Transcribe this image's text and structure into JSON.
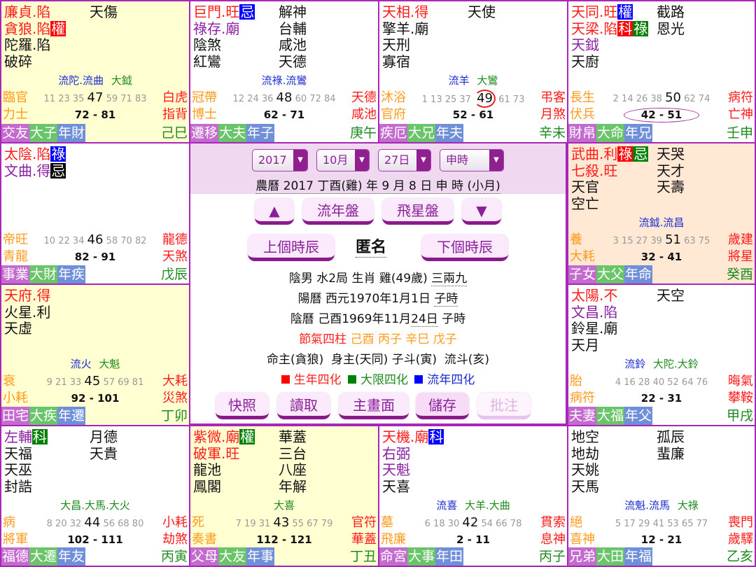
{
  "colors": {
    "border": "#a826b8",
    "star_main": "#ff1a1a",
    "star_aux": "#8a1fa0",
    "hua_birth": "#ff0000",
    "hua_decade": "#008000",
    "hua_year": "#0000ff",
    "palace_tag": "#c46bd0",
    "decade_tag": "#6ac56a",
    "year_tag": "#6f8fd8",
    "stem_branch": "#1f8a1f",
    "changsheng": "#ff9a1a"
  },
  "cells": {
    "si": {
      "left_stars": [
        {
          "name": "廉貞.陷",
          "color": "red"
        },
        {
          "name": "貪狼.陷",
          "color": "red",
          "hua": "權",
          "hua_color": "red"
        },
        {
          "name": "陀羅.陷",
          "color": "black"
        },
        {
          "name": "破碎",
          "color": "black"
        }
      ],
      "right_stars": [
        {
          "name": "天傷"
        }
      ],
      "flow_blue": "流陀.流曲",
      "flow_green": "大鉞",
      "changsheng": "臨官",
      "ages_before": "11 23 35",
      "age_current": "47",
      "ages_after": "59 71 83",
      "shen1": "白虎",
      "boshi": "力士",
      "range": "72 - 81",
      "shen2": "指背",
      "palace": "交友",
      "decade": "大子",
      "year": "年財",
      "stem": "己巳"
    },
    "wu": {
      "left_stars": [
        {
          "name": "巨門.旺",
          "color": "red",
          "hua": "忌",
          "hua_color": "blue"
        },
        {
          "name": "祿存.廟",
          "color": "purple"
        },
        {
          "name": "陰煞",
          "color": "black"
        },
        {
          "name": "紅鸞",
          "color": "black"
        }
      ],
      "right_stars": [
        {
          "name": "解神"
        },
        {
          "name": "台輔"
        },
        {
          "name": "咸池"
        },
        {
          "name": "天德"
        }
      ],
      "flow_blue": "流祿.流鸞",
      "flow_green": "",
      "changsheng": "冠帶",
      "ages_before": "12 24 36",
      "age_current": "48",
      "ages_after": "60 72 84",
      "shen1": "天德",
      "boshi": "博士",
      "range": "62 - 71",
      "shen2": "咸池",
      "palace": "遷移",
      "decade": "大夫",
      "year": "年子",
      "stem": "庚午"
    },
    "wei": {
      "left_stars": [
        {
          "name": "天相.得",
          "color": "red"
        },
        {
          "name": "擎羊.廟",
          "color": "black"
        },
        {
          "name": "天刑",
          "color": "black"
        },
        {
          "name": "寡宿",
          "color": "black"
        }
      ],
      "right_stars": [
        {
          "name": "天使"
        }
      ],
      "flow_blue": "流羊",
      "flow_green": "大鸞",
      "changsheng": "沐浴",
      "ages_before": "1 13 25 37",
      "age_current": "49",
      "ages_after": "61 73",
      "shen1": "弔客",
      "boshi": "官府",
      "range": "52 - 61",
      "shen2": "月煞",
      "palace": "疾厄",
      "decade": "大兄",
      "year": "年夫",
      "stem": "辛未"
    },
    "shen": {
      "left_stars": [
        {
          "name": "天同.旺",
          "color": "red",
          "hua": "權",
          "hua_color": "blue"
        },
        {
          "name": "天梁.陷",
          "color": "red",
          "hua": "科",
          "hua_color": "red",
          "hua2": "祿",
          "hua2_color": "green"
        },
        {
          "name": "天鉞",
          "color": "purple"
        },
        {
          "name": "天廚",
          "color": "black"
        }
      ],
      "right_stars": [
        {
          "name": "截路"
        },
        {
          "name": "恩光"
        }
      ],
      "flow_blue": "",
      "flow_green": "",
      "changsheng": "長生",
      "ages_before": "2 14 26 38",
      "age_current": "50",
      "ages_after": "62 74",
      "shen1": "病符",
      "boshi": "伏兵",
      "range": "42 - 51",
      "shen2": "亡神",
      "palace": "財帛",
      "decade": "大命",
      "year": "年兄",
      "stem": "壬申"
    },
    "chen": {
      "left_stars": [
        {
          "name": "太陰.陷",
          "color": "red",
          "hua": "祿",
          "hua_color": "blue"
        },
        {
          "name": "文曲.得",
          "color": "purple",
          "hua": "忌",
          "hua_color": "black"
        }
      ],
      "right_stars": [],
      "flow_blue": "",
      "flow_green": "",
      "changsheng": "帝旺",
      "ages_before": "10 22 34",
      "age_current": "46",
      "ages_after": "58 70 82",
      "shen1": "龍德",
      "boshi": "青龍",
      "range": "82 - 91",
      "shen2": "天煞",
      "palace": "事業",
      "decade": "大財",
      "year": "年疾",
      "stem": "戊辰"
    },
    "you": {
      "left_stars": [
        {
          "name": "武曲.利",
          "color": "red",
          "hua": "祿",
          "hua_color": "red",
          "hua2": "忌",
          "hua2_color": "green"
        },
        {
          "name": "七殺.旺",
          "color": "red"
        },
        {
          "name": "天官",
          "color": "black"
        },
        {
          "name": "空亡",
          "color": "black"
        }
      ],
      "right_stars": [
        {
          "name": "天哭"
        },
        {
          "name": "天才"
        },
        {
          "name": "天壽"
        }
      ],
      "flow_blue": "流鉞.流昌",
      "flow_green": "",
      "changsheng": "養",
      "ages_before": "3 15 27 39",
      "age_current": "51",
      "ages_after": "63 75",
      "shen1": "歲建",
      "boshi": "大耗",
      "range": "32 - 41",
      "shen2": "將星",
      "palace": "子女",
      "decade": "大父",
      "year": "年命",
      "stem": "癸酉"
    },
    "mao": {
      "left_stars": [
        {
          "name": "天府.得",
          "color": "red"
        },
        {
          "name": "火星.利",
          "color": "black"
        },
        {
          "name": "天虛",
          "color": "black"
        }
      ],
      "right_stars": [],
      "flow_blue": "流火",
      "flow_green": "大魁",
      "changsheng": "衰",
      "ages_before": "9 21 33",
      "age_current": "45",
      "ages_after": "57 69 81",
      "shen1": "大耗",
      "boshi": "小耗",
      "range": "92 - 101",
      "shen2": "災煞",
      "palace": "田宅",
      "decade": "大疾",
      "year": "年遷",
      "stem": "丁卯"
    },
    "xu": {
      "left_stars": [
        {
          "name": "太陽.不",
          "color": "red"
        },
        {
          "name": "文昌.陷",
          "color": "purple"
        },
        {
          "name": "鈴星.廟",
          "color": "black"
        },
        {
          "name": "天月",
          "color": "black"
        }
      ],
      "right_stars": [
        {
          "name": "天空"
        }
      ],
      "flow_blue": "流鈴",
      "flow_green": "大陀.大鈴",
      "changsheng": "胎",
      "ages_before": "4 16 28 40 52 64 76",
      "age_current": "",
      "ages_after": "",
      "shen1": "晦氣",
      "boshi": "病符",
      "range": "22 - 31",
      "shen2": "攀鞍",
      "palace": "夫妻",
      "decade": "大福",
      "year": "年父",
      "stem": "甲戌"
    },
    "yin": {
      "left_stars": [
        {
          "name": "左輔",
          "color": "purple",
          "hua": "科",
          "hua_color": "green"
        },
        {
          "name": "天福",
          "color": "black"
        },
        {
          "name": "天巫",
          "color": "black"
        },
        {
          "name": "封誥",
          "color": "black"
        }
      ],
      "right_stars": [
        {
          "name": "月德"
        },
        {
          "name": "天貴"
        }
      ],
      "flow_blue": "",
      "flow_green": "大昌.大馬.大火",
      "changsheng": "病",
      "ages_before": "8 20 32",
      "age_current": "44",
      "ages_after": "56 68 80",
      "shen1": "小耗",
      "boshi": "將軍",
      "range": "102 - 111",
      "shen2": "劫煞",
      "palace": "福德",
      "decade": "大遷",
      "year": "年友",
      "stem": "丙寅"
    },
    "chou": {
      "left_stars": [
        {
          "name": "紫微.廟",
          "color": "red",
          "hua": "權",
          "hua_color": "green"
        },
        {
          "name": "破軍.旺",
          "color": "red"
        },
        {
          "name": "龍池",
          "color": "black"
        },
        {
          "name": "鳳閣",
          "color": "black"
        }
      ],
      "right_stars": [
        {
          "name": "華蓋"
        },
        {
          "name": "三台"
        },
        {
          "name": "八座"
        },
        {
          "name": "年解"
        }
      ],
      "flow_blue": "",
      "flow_green": "大喜",
      "changsheng": "死",
      "ages_before": "7 19 31",
      "age_current": "43",
      "ages_after": "55 67 79",
      "shen1": "官符",
      "boshi": "奏書",
      "range": "112 - 121",
      "shen2": "華蓋",
      "palace": "父母",
      "decade": "大友",
      "year": "年事",
      "stem": "丁丑"
    },
    "zi": {
      "left_stars": [
        {
          "name": "天機.廟",
          "color": "red",
          "hua": "科",
          "hua_color": "blue"
        },
        {
          "name": "右弼",
          "color": "purple"
        },
        {
          "name": "天魁",
          "color": "purple"
        },
        {
          "name": "天喜",
          "color": "black"
        }
      ],
      "right_stars": [],
      "flow_blue": "流喜",
      "flow_green": "大羊.大曲",
      "changsheng": "墓",
      "ages_before": "6 18 30",
      "age_current": "42",
      "ages_after": "54 66 78",
      "shen1": "貫索",
      "boshi": "飛廉",
      "range": "2 - 11",
      "shen2": "息神",
      "palace": "命宮",
      "decade": "大事",
      "year": "年田",
      "stem": "丙子"
    },
    "hai": {
      "left_stars": [
        {
          "name": "地空",
          "color": "black"
        },
        {
          "name": "地劫",
          "color": "black"
        },
        {
          "name": "天姚",
          "color": "black"
        },
        {
          "name": "天馬",
          "color": "black"
        }
      ],
      "right_stars": [
        {
          "name": "孤辰"
        },
        {
          "name": "蜚廉"
        }
      ],
      "flow_blue": "流魁.流馬",
      "flow_green": "大祿",
      "changsheng": "絕",
      "ages_before": "5 17 29 41 53 65 77",
      "age_current": "",
      "ages_after": "",
      "shen1": "喪門",
      "boshi": "喜神",
      "range": "12 - 21",
      "shen2": "歲驛",
      "palace": "兄弟",
      "decade": "大田",
      "year": "年福",
      "stem": "乙亥"
    }
  },
  "center": {
    "selects": {
      "year": "2017",
      "month": "10月",
      "day": "27日",
      "hour": "申時"
    },
    "lunar_date": "農曆 2017 丁酉(雞) 年 9 月 8 日 申 時 (小月)",
    "buttons": {
      "up": "▲",
      "flow_year_chart": "流年盤",
      "flying_star_chart": "飛星盤",
      "down": "▼",
      "prev_hour": "上個時辰",
      "next_hour": "下個時辰",
      "snapshot": "快照",
      "load": "讀取",
      "main_screen": "主畫面",
      "save": "儲存",
      "annotate": "批注"
    },
    "name": "匿名",
    "info": {
      "line1_main": "陰男 水2局 生肖 雞(49歲)",
      "line1_weight": "三兩九",
      "line2_main": "陽曆 西元1970年1月1日",
      "line2_hour": "子時",
      "line3_pre": "陰曆 己酉1969年11月",
      "line3_day": "24日",
      "line3_hour": "子時",
      "pillars_label": "節氣四柱",
      "pillars": "己酉 丙子 辛巳 戊子",
      "masters": "命主(貪狼)  身主(天同) 子斗(寅)  流斗(亥)",
      "legend_birth": "生年四化",
      "legend_decade": "大限四化",
      "legend_year": "流年四化"
    }
  }
}
